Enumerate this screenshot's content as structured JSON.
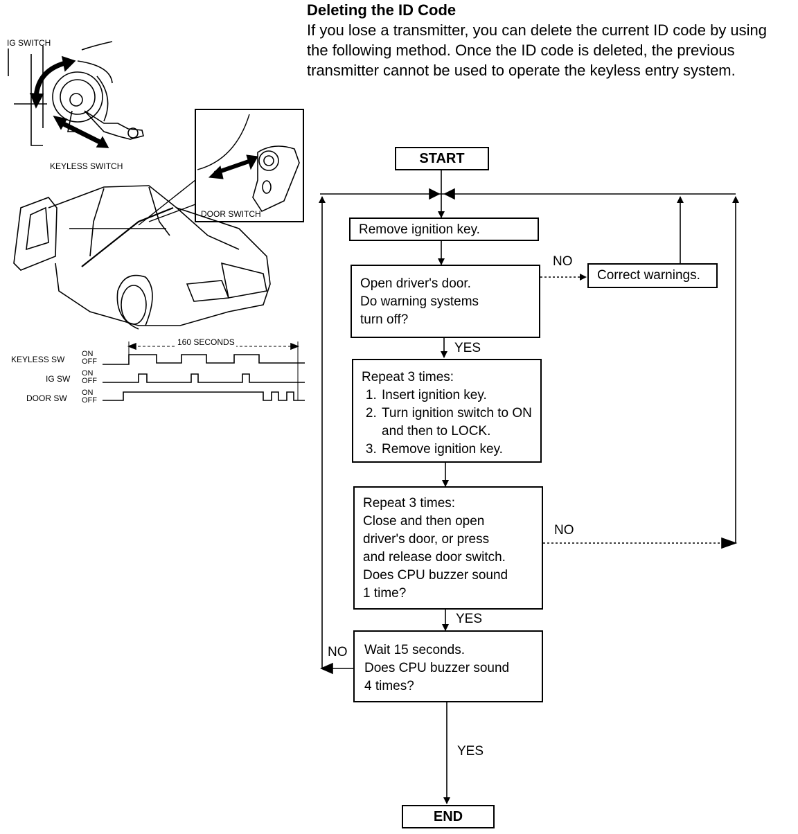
{
  "heading": "Deleting the ID Code",
  "intro": "If you lose a transmitter, you can delete the current ID code by using the following method. Once the ID code is deleted, the previous transmitter cannot be used to operate the keyless entry system.",
  "illustration": {
    "ig_switch_label": "IG SWITCH",
    "keyless_switch_label": "KEYLESS SWITCH",
    "door_switch_label": "DOOR SWITCH"
  },
  "timing": {
    "duration_label": "160 SECONDS",
    "rows": [
      {
        "label": "KEYLESS SW",
        "on": "ON",
        "off": "OFF"
      },
      {
        "label": "IG SW",
        "on": "ON",
        "off": "OFF"
      },
      {
        "label": "DOOR SW",
        "on": "ON",
        "off": "OFF"
      }
    ]
  },
  "flow": {
    "start": "START",
    "remove_key": "Remove ignition key.",
    "open_door_lines": [
      "Open driver's door.",
      "Do warning systems",
      "turn off?"
    ],
    "correct_warnings": "Correct warnings.",
    "repeat_ig_title": "Repeat 3 times:",
    "repeat_ig_steps": [
      "Insert ignition key.",
      "Turn ignition switch to ON and then to LOCK.",
      "Remove ignition key."
    ],
    "repeat_door_lines": [
      "Repeat 3 times:",
      "Close and then open",
      "driver's door, or press",
      "and release door switch.",
      "Does CPU buzzer sound",
      "1 time?"
    ],
    "wait_lines": [
      "Wait 15 seconds.",
      "Does CPU buzzer sound",
      "4 times?"
    ],
    "end": "END",
    "no": "NO",
    "yes": "YES"
  }
}
